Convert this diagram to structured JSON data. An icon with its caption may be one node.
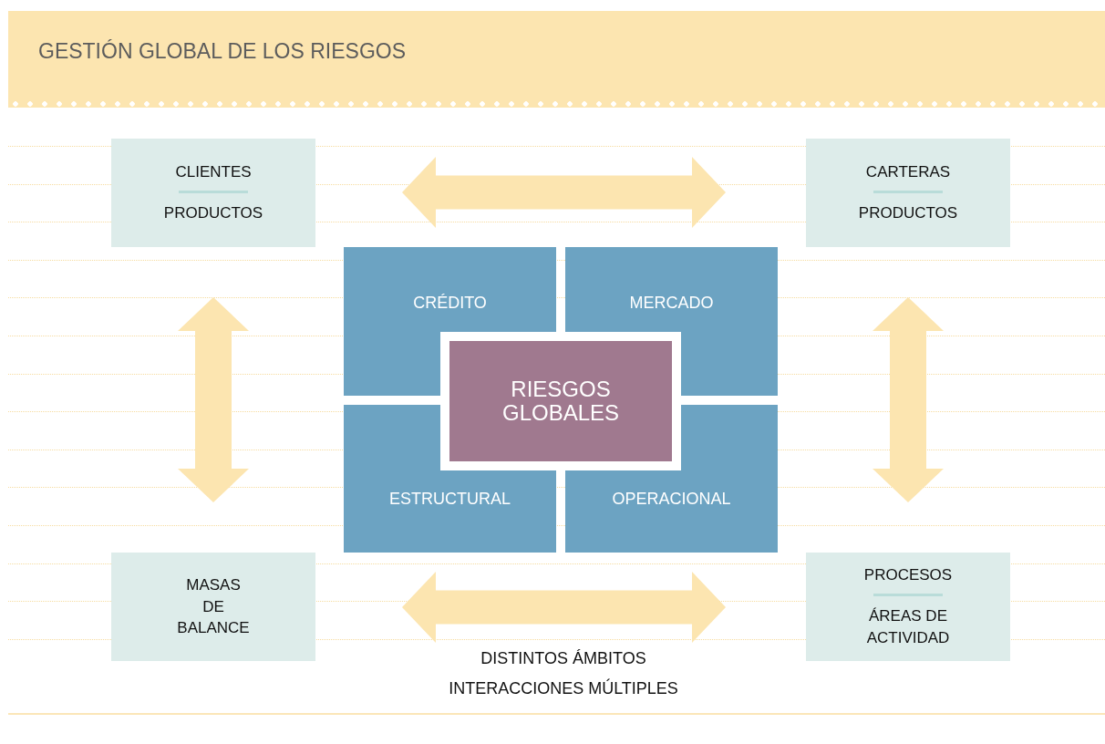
{
  "diagram": {
    "title": "GESTIÓN GLOBAL DE LOS RIESGOS",
    "nodes": [
      {
        "text": [
          "CLIENTES",
          "PRODUCTOS"
        ]
      },
      {
        "text": [
          "CARTERAS",
          "PRODUCTOS"
        ]
      },
      {
        "text": [
          "CRÉDITO"
        ]
      },
      {
        "text": [
          "MERCADO"
        ]
      },
      {
        "text": [
          "RIESGOS GLOBALES"
        ]
      },
      {
        "text": [
          "ESTRUCTURAL"
        ]
      },
      {
        "text": [
          "OPERACIONAL"
        ]
      },
      {
        "text": [
          "MASAS DE BALANCE"
        ]
      },
      {
        "text": [
          "PROCESOS",
          "ÁREAS DE ACTIVIDAD"
        ]
      }
    ],
    "edges": [
      {
        "from": 0,
        "to": 1,
        "arrow": "both"
      },
      {
        "from": 0,
        "to": 7,
        "arrow": "both"
      },
      {
        "from": 1,
        "to": 8,
        "arrow": "both"
      },
      {
        "from": 7,
        "to": 8,
        "arrow": "both"
      }
    ],
    "labels": [
      "DISTINTOS ÁMBITOS",
      "INTERACCIONES MÚLTIPLES"
    ]
  }
}
